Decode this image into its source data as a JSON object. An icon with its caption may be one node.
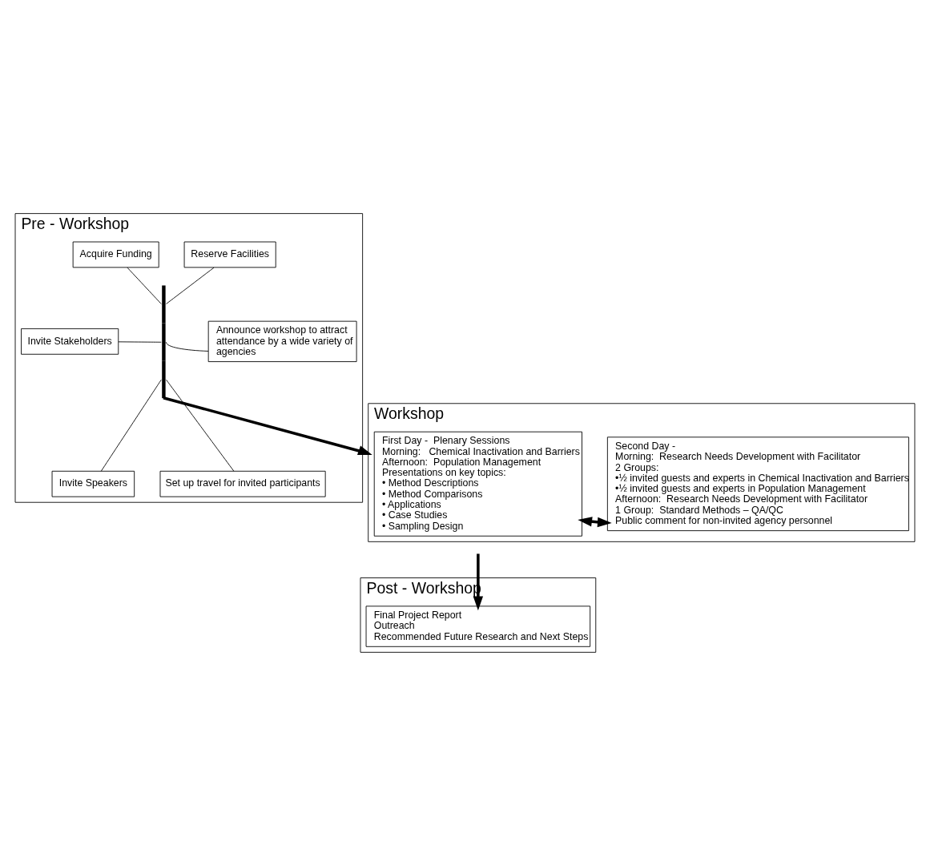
{
  "diagram": {
    "nodes": [
      {
        "text": [
          "Pre - Workshop"
        ]
      },
      {
        "text": [
          "Acquire Funding"
        ],
        "in": 0
      },
      {
        "text": [
          "Reserve Facilities"
        ],
        "in": 0
      },
      {
        "text": [
          "Invite Stakeholders"
        ],
        "in": 0
      },
      {
        "text": [
          "Announce workshop to attract attendance by a wide variety of agencies"
        ],
        "in": 0
      },
      {
        "text": [
          "Invite Speakers"
        ],
        "in": 0
      },
      {
        "text": [
          "Set up travel for invited participants"
        ],
        "in": 0
      },
      {
        "text": [],
        "shape": "bar",
        "in": 0
      },
      {
        "text": [
          "Workshop"
        ]
      },
      {
        "text": [
          "First Day -  Plenary Sessions",
          "Morning:   Chemical Inactivation and Barriers",
          "Afternoon:  Population Management",
          "Presentations on key topics:",
          "• Method Descriptions",
          "• Method Comparisons",
          "• Applications",
          "• Case Studies",
          "• Sampling Design"
        ],
        "in": 8
      },
      {
        "text": [
          "Second Day -",
          "Morning:  Research Needs Development with Facilitator",
          "2 Groups:",
          "•½ invited guests and experts in Chemical Inactivation and Barriers",
          "•½ invited guests and experts in Population Management",
          "Afternoon:  Research Needs Development with Facilitator",
          "1 Group:  Standard Methods – QA/QC",
          "Public comment for non-invited agency personnel"
        ],
        "in": 8
      },
      {
        "text": [
          "Post - Workshop"
        ]
      },
      {
        "text": [
          "Final Project Report",
          "Outreach",
          "Recommended Future Research and Next Steps"
        ],
        "in": 11
      }
    ],
    "edges": [
      {
        "from": 1,
        "to": 7,
        "arrow": "none"
      },
      {
        "from": 2,
        "to": 7,
        "arrow": "none"
      },
      {
        "from": 3,
        "to": 7,
        "arrow": "none"
      },
      {
        "from": 4,
        "to": 7,
        "arrow": "none"
      },
      {
        "from": 5,
        "to": 7,
        "arrow": "none"
      },
      {
        "from": 6,
        "to": 7,
        "arrow": "none"
      },
      {
        "from": 7,
        "to": 8,
        "arrow": "to",
        "style": "thick"
      },
      {
        "from": 9,
        "to": 10,
        "arrow": "both",
        "style": "thick"
      },
      {
        "from": null,
        "to": 12,
        "arrow": "to",
        "style": "thick"
      }
    ]
  }
}
